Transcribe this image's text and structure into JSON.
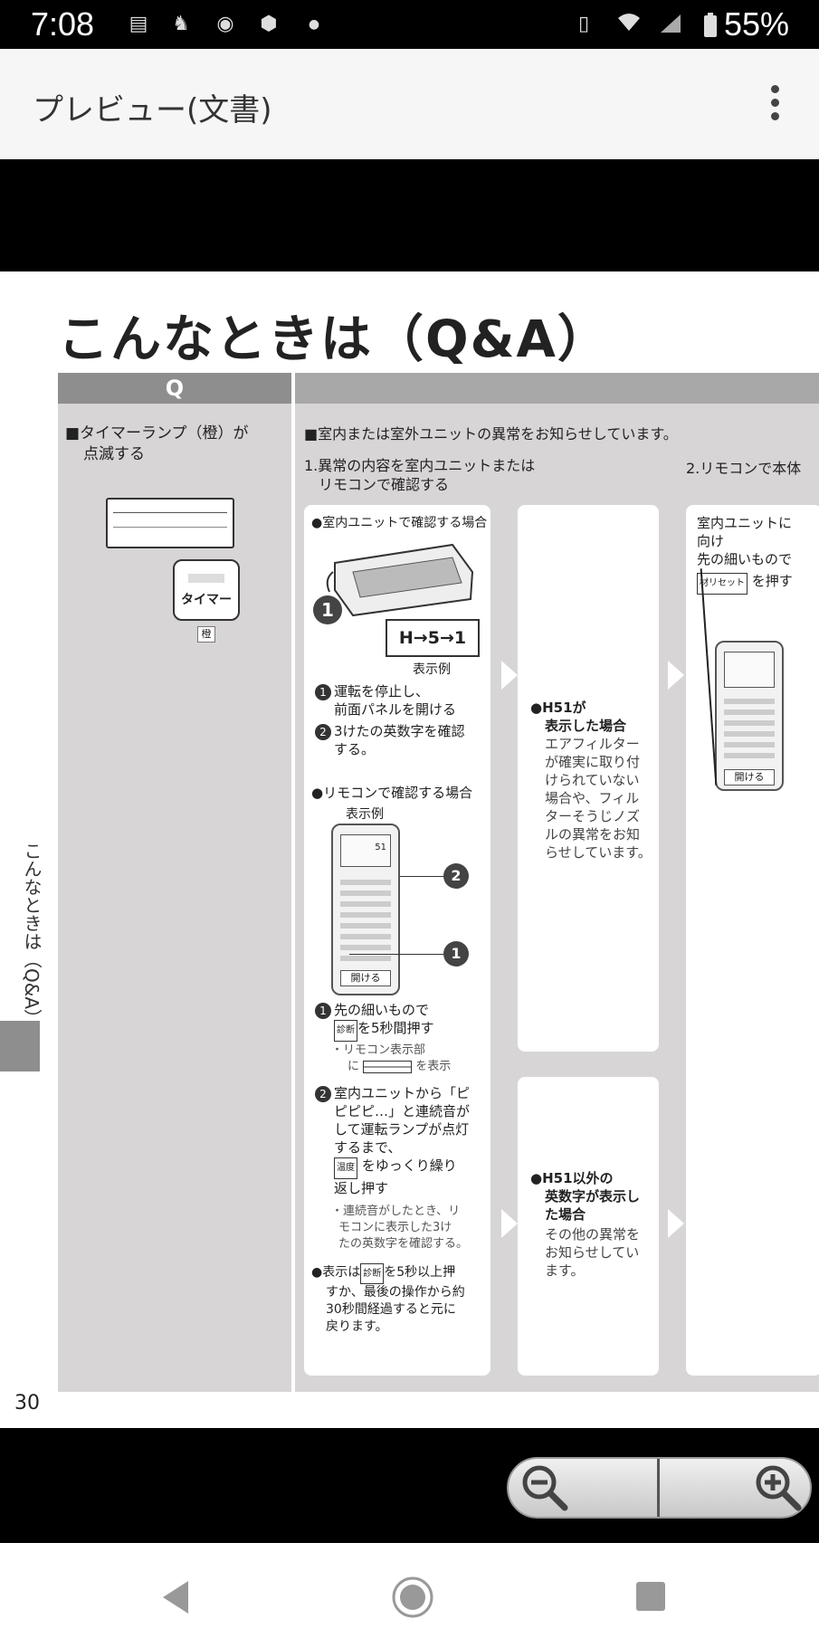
{
  "status_bar": {
    "time": "7:08",
    "battery": "55%",
    "icons": [
      "notes-icon",
      "cat-icon",
      "cast-icon",
      "alert-icon",
      "dot-icon",
      "vibrate-icon",
      "wifi-icon",
      "signal-icon",
      "battery-icon"
    ]
  },
  "app_bar": {
    "title": "プレビュー(文書)",
    "menu_icon": "more-vert-icon"
  },
  "document": {
    "title": "こんなときは（Q&A）",
    "q_header": "Q",
    "question_line1": "■タイマーランプ（橙）が",
    "question_line2": "点滅する",
    "timer_label": "タイマー",
    "orange_label": "橙",
    "answer_intro": "■室内または室外ユニットの異常をお知らせしています。",
    "step1_line1": "1.異常の内容を室内ユニットまたは",
    "step1_line2": "リモコンで確認する",
    "step2": "2.リモコンで本体",
    "card1": {
      "indoor_heading": "●室内ユニットで確認する場合",
      "display_code": "H→5→1",
      "display_example": "表示例",
      "indoor_step1_a": "運転を停止し、",
      "indoor_step1_b": "前面パネルを開ける",
      "indoor_step2_a": "3けたの英数字を確認",
      "indoor_step2_b": "する。",
      "remote_heading": "●リモコンで確認する場合",
      "remote_display_example": "表示例",
      "remote_screen": "51",
      "remote_open": "開ける",
      "remote_step1_a": "先の細いもので",
      "diag_button": "診断",
      "remote_step1_b": "を5秒間押す",
      "remote_note1_a": "・リモコン表示部",
      "remote_note1_b_pre": "に",
      "remote_note1_b_post": "を表示",
      "remote_step2_a": "室内ユニットから「ピ",
      "remote_step2_b": "ピピピ…」と連続音が",
      "remote_step2_c": "して運転ランプが点灯",
      "remote_step2_d": "するまで、",
      "temp_button": "温度",
      "remote_step2_e": "をゆっくり繰り",
      "remote_step2_f": "返し押す",
      "remote_note2_a": "・連続音がしたとき、リ",
      "remote_note2_b": "モコンに表示した3け",
      "remote_note2_c": "たの英数字を確認する。",
      "final_a_pre": "●表示は",
      "final_a_post": "を5秒以上押",
      "final_b": "すか、最後の操作から約",
      "final_c": "30秒間経過すると元に",
      "final_d": "戻ります。"
    },
    "card2": {
      "heading_a": "●H51が",
      "heading_b": "表示した場合",
      "body": [
        "エアフィルター",
        "が確実に取り付",
        "けられていない",
        "場合や、フィル",
        "ターそうじノズ",
        "ルの異常をお知",
        "らせしています。"
      ]
    },
    "card3": {
      "heading_a": "●H51以外の",
      "heading_b": "英数字が表示し",
      "heading_c": "た場合",
      "body": [
        "その他の異常を",
        "お知らせしてい",
        "ます。"
      ]
    },
    "card4": {
      "line1": "室内ユニットに",
      "line2": "向け",
      "line3": "先の細いもので",
      "reset_button": "材リセット",
      "line4": "を押す",
      "remote_open": "開ける"
    },
    "page_number": "30",
    "side_label": "こんなときは（Q&A）"
  },
  "zoom": {
    "zoom_out": "zoom-out-icon",
    "zoom_in": "zoom-in-icon"
  },
  "nav": {
    "back": "back-icon",
    "home": "home-icon",
    "recents": "recents-icon"
  },
  "colors": {
    "header_gray": "#8e8e8e",
    "column_gray": "#d8d5d6",
    "black": "#000000"
  }
}
